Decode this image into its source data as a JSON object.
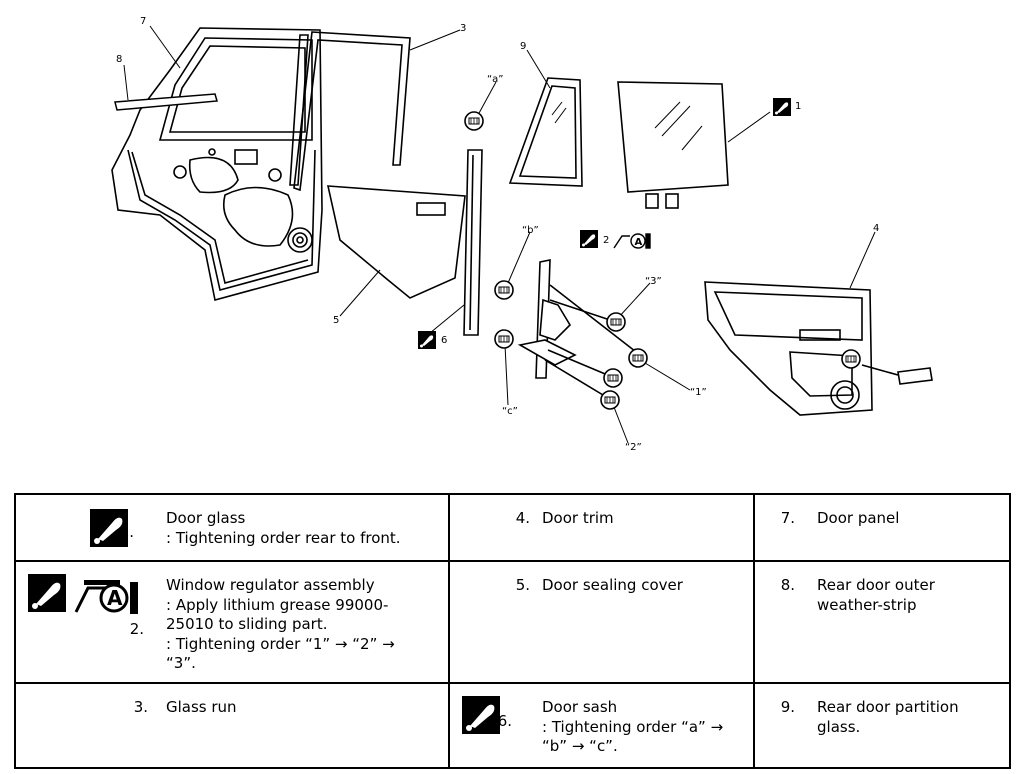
{
  "diagram": {
    "callouts": {
      "n1": "1",
      "n2": "2",
      "n3": "3",
      "n4": "4",
      "n5": "5",
      "n6": "6",
      "n7": "7",
      "n8": "8",
      "n9": "9",
      "qa": "“a”",
      "qb": "“b”",
      "qc": "“c”",
      "q1": "“1”",
      "q2": "“2”",
      "q3": "“3”"
    }
  },
  "legend": {
    "rows": [
      [
        {
          "num": "1.",
          "lines": [
            "Door glass",
            ": Tightening order rear to front."
          ],
          "icons": [
            "torque-sealant-icon"
          ]
        },
        {
          "num": "4.",
          "lines": [
            "Door trim"
          ]
        },
        {
          "num": "7.",
          "lines": [
            "Door panel"
          ]
        }
      ],
      [
        {
          "num": "2.",
          "lines": [
            "Window regulator assembly",
            ": Apply lithium grease 99000-",
            "25010 to sliding part.",
            ": Tightening order “1” → “2” →",
            "“3”."
          ],
          "icons": [
            "torque-sealant-icon",
            "grease-a-icon"
          ],
          "grease_letter": "A"
        },
        {
          "num": "5.",
          "lines": [
            "Door sealing cover"
          ]
        },
        {
          "num": "8.",
          "lines": [
            "Rear door outer",
            "weather-strip"
          ]
        }
      ],
      [
        {
          "num": "3.",
          "lines": [
            "Glass run"
          ]
        },
        {
          "num": "6.",
          "lines": [
            "Door sash",
            ": Tightening order “a” →",
            "“b” → “c”."
          ],
          "icons": [
            "torque-sealant-icon"
          ]
        },
        {
          "num": "9.",
          "lines": [
            "Rear door partition",
            "glass."
          ]
        }
      ]
    ]
  }
}
